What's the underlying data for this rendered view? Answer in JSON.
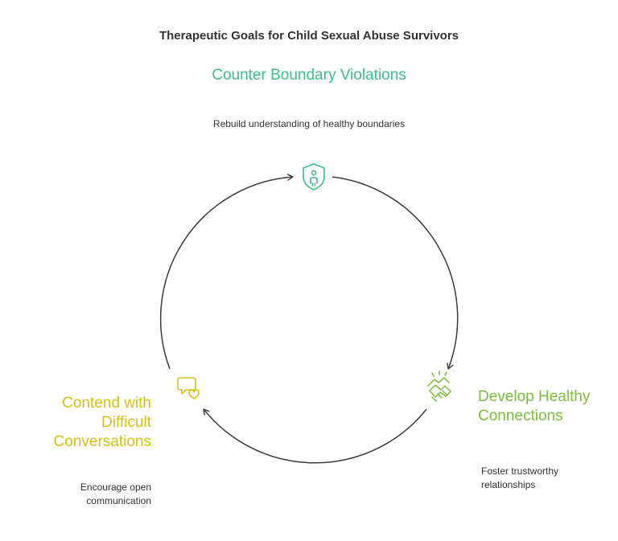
{
  "title": "Therapeutic Goals for Child Sexual Abuse Survivors",
  "colors": {
    "top": "#3cc086",
    "right": "#7dbd3a",
    "left": "#d3c215",
    "connector": "#3a3a3a"
  },
  "goals": [
    {
      "heading": "Counter Boundary Violations",
      "description": "Rebuild understanding of healthy boundaries",
      "icon": "shield-person-icon"
    },
    {
      "heading": "Develop Healthy Connections",
      "description": "Foster trustworthy relationships",
      "icon": "handshake-icon"
    },
    {
      "heading": "Contend with Difficult Conversations",
      "description": "Encourage open communication",
      "icon": "chat-heart-icon"
    }
  ]
}
